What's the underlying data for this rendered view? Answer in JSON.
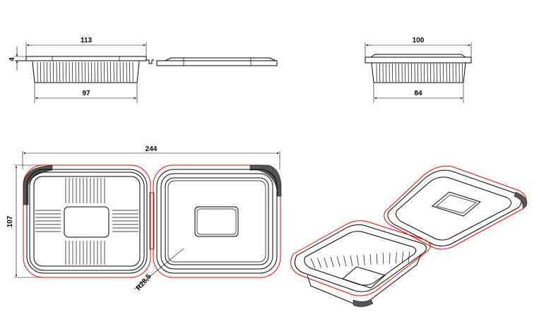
{
  "dimensions": {
    "width_top_front": "113",
    "flange_height": "4",
    "width_bottom_front": "97",
    "width_top_side": "100",
    "width_bottom_side": "84",
    "overall_width": "244",
    "overall_depth": "107",
    "corner_radius": "R28,5"
  },
  "colors": {
    "outline": "#000000",
    "edge": "#e00000"
  }
}
